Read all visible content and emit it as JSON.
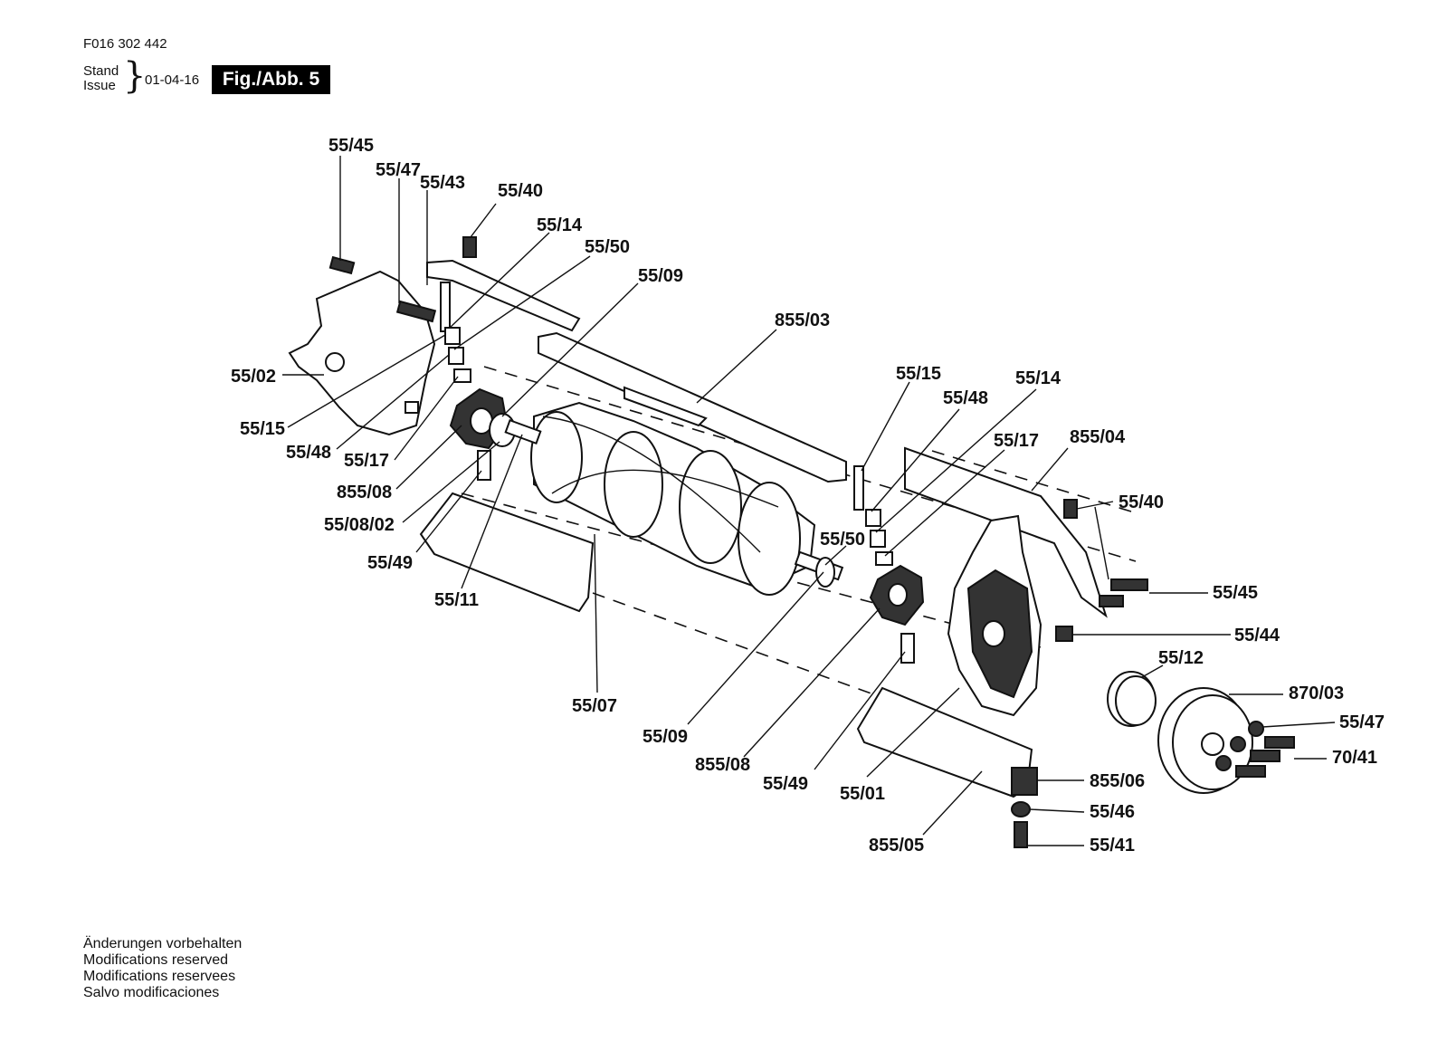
{
  "header": {
    "doc_number": "F016 302 442",
    "stand_label": "Stand",
    "issue_label": "Issue",
    "brace": "}",
    "date": "01-04-16",
    "figure": "Fig./Abb. 5"
  },
  "footer": {
    "lines": [
      "Änderungen vorbehalten",
      "Modifications reserved",
      "Modifications reservees",
      "Salvo modificaciones"
    ]
  },
  "callouts": [
    "55/45",
    "55/47",
    "55/43",
    "55/40",
    "55/14",
    "55/50",
    "55/09",
    "855/03",
    "55/02",
    "55/15",
    "55/48",
    "55/17",
    "855/08",
    "55/08/02",
    "55/49",
    "55/11",
    "55/07",
    "55/09",
    "855/08",
    "55/49",
    "55/01",
    "855/05",
    "55/15",
    "55/48",
    "55/14",
    "55/17",
    "855/04",
    "55/40",
    "55/50",
    "55/45",
    "55/44",
    "55/12",
    "870/03",
    "55/47",
    "70/41",
    "855/06",
    "55/46",
    "55/41"
  ]
}
